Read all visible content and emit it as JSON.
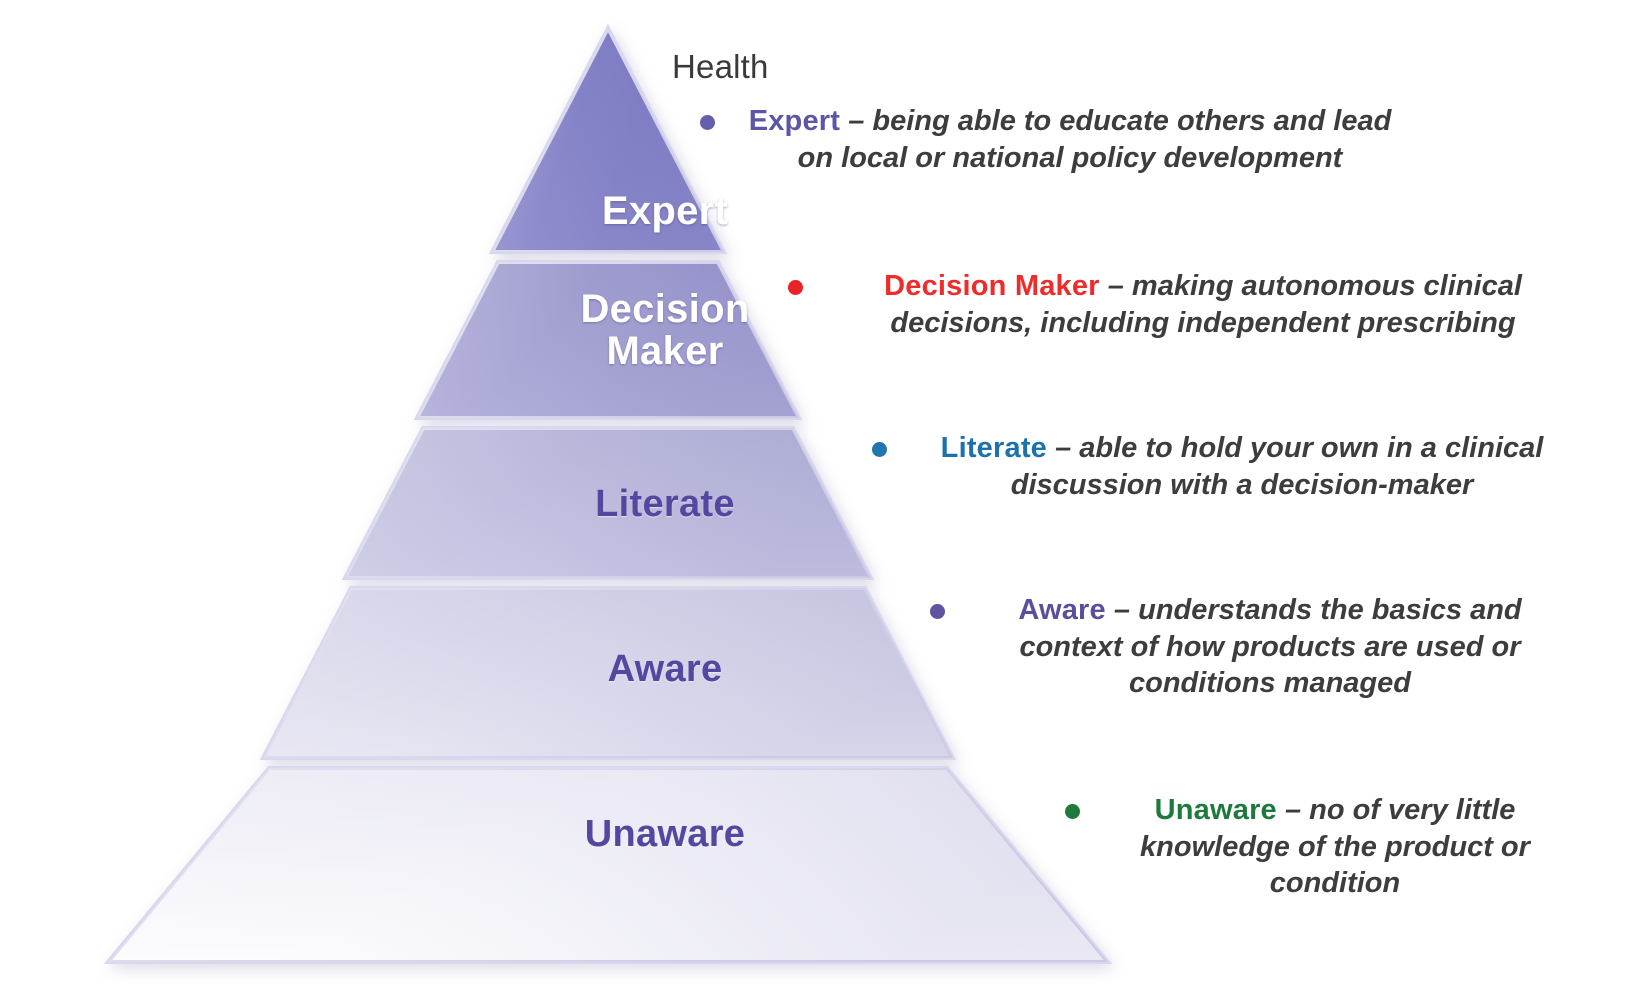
{
  "heading": "Health",
  "pyramid": {
    "tiers": [
      {
        "id": "expert",
        "label": "Expert",
        "text_style": "light",
        "fill_top": "#7b79c4",
        "fill_bottom": "#8886c9"
      },
      {
        "id": "decision",
        "label": "Decision\nMaker",
        "text_style": "light",
        "fill_top": "#9b99cd",
        "fill_bottom": "#a9a7d6"
      },
      {
        "id": "literate",
        "label": "Literate",
        "text_style": "dark",
        "fill_top": "#b3b2d8",
        "fill_bottom": "#c6c5e3"
      },
      {
        "id": "aware",
        "label": "Aware",
        "text_style": "dark",
        "fill_top": "#cfcee6",
        "fill_bottom": "#e2e1f0"
      },
      {
        "id": "unaware",
        "label": "Unaware",
        "text_style": "dark",
        "fill_top": "#eceaf5",
        "fill_bottom": "#fbfbfe"
      }
    ],
    "outline_color": "#d6d4ea",
    "divider_color": "#ffffff"
  },
  "notes": [
    {
      "id": "expert",
      "bullet_color": "#6460ab",
      "term_color": "#5b57a6",
      "term": "Expert",
      "dash": " – ",
      "desc": "being able to educate others and lead on local or national policy development"
    },
    {
      "id": "decision",
      "bullet_color": "#e8242a",
      "term_color": "#ee2c2c",
      "term": "Decision Maker",
      "dash": " – ",
      "desc": "making autonomous clinical decisions, including independent prescribing"
    },
    {
      "id": "literate",
      "bullet_color": "#2176b0",
      "term_color": "#1b72ad",
      "term": "Literate",
      "dash": " – ",
      "desc": "able to hold your own in a clinical discussion with a decision-maker"
    },
    {
      "id": "aware",
      "bullet_color": "#60539f",
      "term_color": "#5b4f9c",
      "term": "Aware",
      "dash": " – ",
      "desc": "understands the basics and context of how products are used or conditions managed"
    },
    {
      "id": "unaware",
      "bullet_color": "#1e7a3c",
      "term_color": "#1e7a3c",
      "term": "Unaware",
      "dash": " – ",
      "desc": "no of very little knowledge of the product or condition"
    }
  ]
}
